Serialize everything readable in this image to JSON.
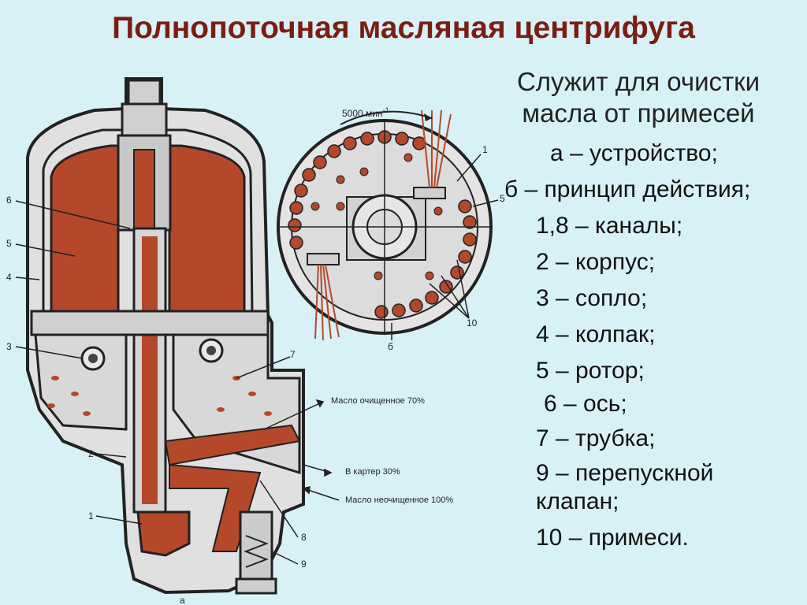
{
  "title": "Полнопоточная масляная центрифуга",
  "subtitle_line1": "Служит для очистки",
  "subtitle_line2": "масла от примесей",
  "legend": [
    "а – устройство;",
    "б – принцип действия;",
    "1,8 – каналы;",
    "2 – корпус;",
    "3 – сопло;",
    "4 – колпак;",
    "5 – ротор;",
    "6 – ось;",
    "7 – трубка;",
    "9 – перепускной",
    "клапан;",
    "10 – примеси."
  ],
  "diagram_labels": {
    "speed": "5000 мин",
    "speed_sup": "-1",
    "clean_oil": "Масло очищенное 70%",
    "to_sump": "В картер 30%",
    "dirty_oil": "Масло неочищенное 100%",
    "n1": "1",
    "n2": "2",
    "n3": "3",
    "n4": "4",
    "n5": "5",
    "n6": "6",
    "n7": "7",
    "n8": "8",
    "n9": "9",
    "n10": "10",
    "fig_a": "а",
    "fig_b": "б",
    "n5b": "5"
  },
  "colors": {
    "background": "#d8f1f7",
    "title": "#7a1d12",
    "oil": "#b5482a",
    "metal": "#d9d9d9",
    "outline": "#222222"
  }
}
